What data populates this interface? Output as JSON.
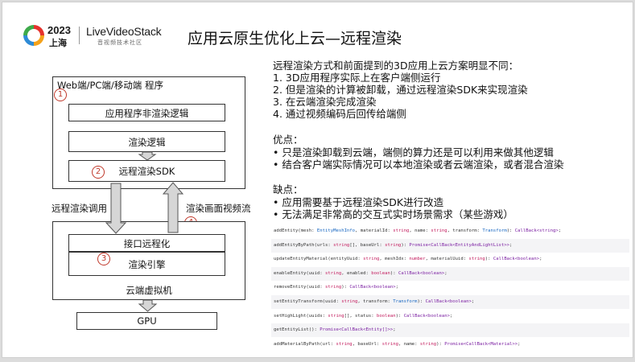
{
  "header": {
    "year": "2023",
    "city": "上海",
    "brand": "LiveVideoStack",
    "brand_sub": "音视频技术社区",
    "title": "应用云原生优化上云—远程渲染"
  },
  "diagram": {
    "client_label": "Web端/PC端/移动端 程序",
    "app_non_render": "应用程序非渲染逻辑",
    "render_logic": "渲染逻辑",
    "remote_sdk": "远程渲染SDK",
    "call_label": "远程渲染调用",
    "stream_label": "渲染画面视频流",
    "api_label": "接口远程化",
    "render_engine": "渲染引擎",
    "cloud_vm": "云端虚拟机",
    "gpu": "GPU",
    "markers": [
      "1",
      "2",
      "3",
      "4"
    ]
  },
  "text": {
    "intro": "远程渲染方式和前面提到的3D应用上云方案明显不同：",
    "steps": [
      "1.  3D应用程序实际上在客户端侧运行",
      "2.  但是渲染的计算被卸载，通过远程渲染SDK来实现渲染",
      "3.  在云端渲染完成渲染",
      "4.  通过视频编码后回传给端侧"
    ],
    "pros_title": "优点：",
    "pros": [
      "•  只是渲染卸载到云端，端侧的算力还是可以利用来做其他逻辑",
      "•  结合客户端实际情况可以本地渲染或者云端渲染，或者混合渲染"
    ],
    "cons_title": "缺点：",
    "cons": [
      "•  应用需要基于远程渲染SDK进行改造",
      "•  无法满足非常高的交互式实时场景需求（某些游戏）"
    ]
  },
  "code": [
    [
      [
        "addEntity(mesh: ",
        ""
      ],
      [
        "EntityMeshInfo",
        "ty"
      ],
      [
        ", materialId: ",
        ""
      ],
      [
        "string",
        "kw"
      ],
      [
        ", name: ",
        ""
      ],
      [
        "string",
        "kw"
      ],
      [
        ", transform: ",
        ""
      ],
      [
        "Transform",
        "ty"
      ],
      [
        "): ",
        ""
      ],
      [
        "CallBack<string>",
        "gen"
      ],
      [
        ";",
        ""
      ]
    ],
    [
      [
        "addEntityByPath(urls: ",
        ""
      ],
      [
        "string",
        "kw"
      ],
      [
        "[], baseUrl: ",
        ""
      ],
      [
        "string",
        "kw"
      ],
      [
        "): ",
        ""
      ],
      [
        "Promise<CallBack<EntityAndLightList>>",
        "gen"
      ],
      [
        ";",
        ""
      ]
    ],
    [
      [
        "updateEntityMaterial(entityUuid: ",
        ""
      ],
      [
        "string",
        "kw"
      ],
      [
        ", meshIdx: ",
        ""
      ],
      [
        "number",
        "kw"
      ],
      [
        ", materialUuid: ",
        ""
      ],
      [
        "string",
        "kw"
      ],
      [
        "): ",
        ""
      ],
      [
        "CallBack<boolean>",
        "gen"
      ],
      [
        ";",
        ""
      ]
    ],
    [
      [
        "enableEntity(uuid: ",
        ""
      ],
      [
        "string",
        "kw"
      ],
      [
        ", enabled: ",
        ""
      ],
      [
        "boolean",
        "kw"
      ],
      [
        "): ",
        ""
      ],
      [
        "CallBack<boolean>",
        "gen"
      ],
      [
        ";",
        ""
      ]
    ],
    [
      [
        "removeEntity(uuid: ",
        ""
      ],
      [
        "string",
        "kw"
      ],
      [
        "): ",
        ""
      ],
      [
        "CallBack<boolean>",
        "gen"
      ],
      [
        ";",
        ""
      ]
    ],
    [
      [
        "setEntityTransform(uuid: ",
        ""
      ],
      [
        "string",
        "kw"
      ],
      [
        ", transform: ",
        ""
      ],
      [
        "Transform",
        "ty"
      ],
      [
        "): ",
        ""
      ],
      [
        "CallBack<boolean>",
        "gen"
      ],
      [
        ";",
        ""
      ]
    ],
    [
      [
        "setHighLight(uuids: ",
        ""
      ],
      [
        "string",
        "kw"
      ],
      [
        "[], status: ",
        ""
      ],
      [
        "boolean",
        "kw"
      ],
      [
        "): ",
        ""
      ],
      [
        "CallBack<boolean>",
        "gen"
      ],
      [
        ";",
        ""
      ]
    ],
    [
      [
        "getEntityList(): ",
        ""
      ],
      [
        "Promise<CallBack<Entity[]>>",
        "gen"
      ],
      [
        ";",
        ""
      ]
    ],
    [
      [
        "addMaterialByPath(url: ",
        ""
      ],
      [
        "string",
        "kw"
      ],
      [
        ", baseUrl: ",
        ""
      ],
      [
        "string",
        "kw"
      ],
      [
        ", name: ",
        ""
      ],
      [
        "string",
        "kw"
      ],
      [
        "): ",
        ""
      ],
      [
        "Promise<CallBack<Material>>",
        "gen"
      ],
      [
        ";",
        ""
      ]
    ]
  ],
  "colors": {
    "marker": "#c0392b",
    "arrow_fill": "#d6d6d6",
    "arrow_stroke": "#555555"
  }
}
